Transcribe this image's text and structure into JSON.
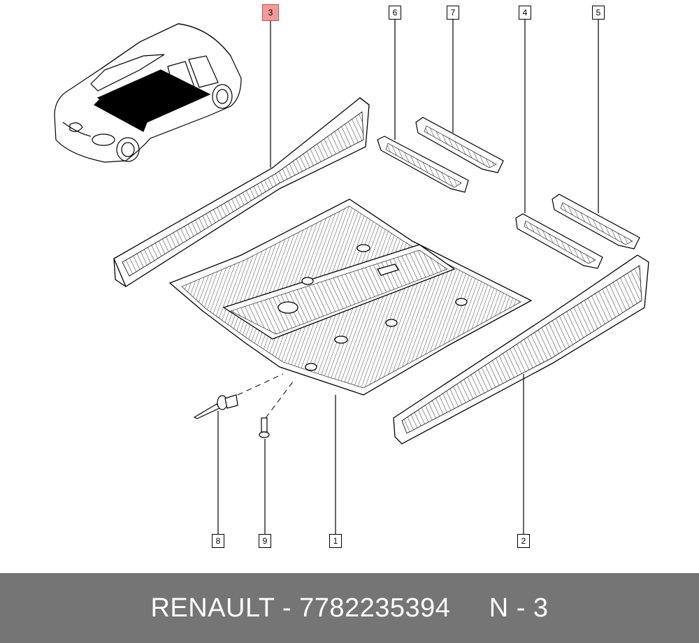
{
  "diagram": {
    "callouts": [
      {
        "id": "callout-3",
        "label": "3",
        "highlighted": true
      },
      {
        "id": "callout-6",
        "label": "6",
        "highlighted": false
      },
      {
        "id": "callout-7",
        "label": "7",
        "highlighted": false
      },
      {
        "id": "callout-4",
        "label": "4",
        "highlighted": false
      },
      {
        "id": "callout-5",
        "label": "5",
        "highlighted": false
      },
      {
        "id": "callout-8",
        "label": "8",
        "highlighted": false
      },
      {
        "id": "callout-9",
        "label": "9",
        "highlighted": false
      },
      {
        "id": "callout-1",
        "label": "1",
        "highlighted": false
      },
      {
        "id": "callout-2",
        "label": "2",
        "highlighted": false
      }
    ],
    "highlight_color": "#f29a9a",
    "line_color": "#000000"
  },
  "footer": {
    "text": "RENAULT - 7782235394     N - 3",
    "background_color": "#757575",
    "text_color": "#ffffff"
  }
}
